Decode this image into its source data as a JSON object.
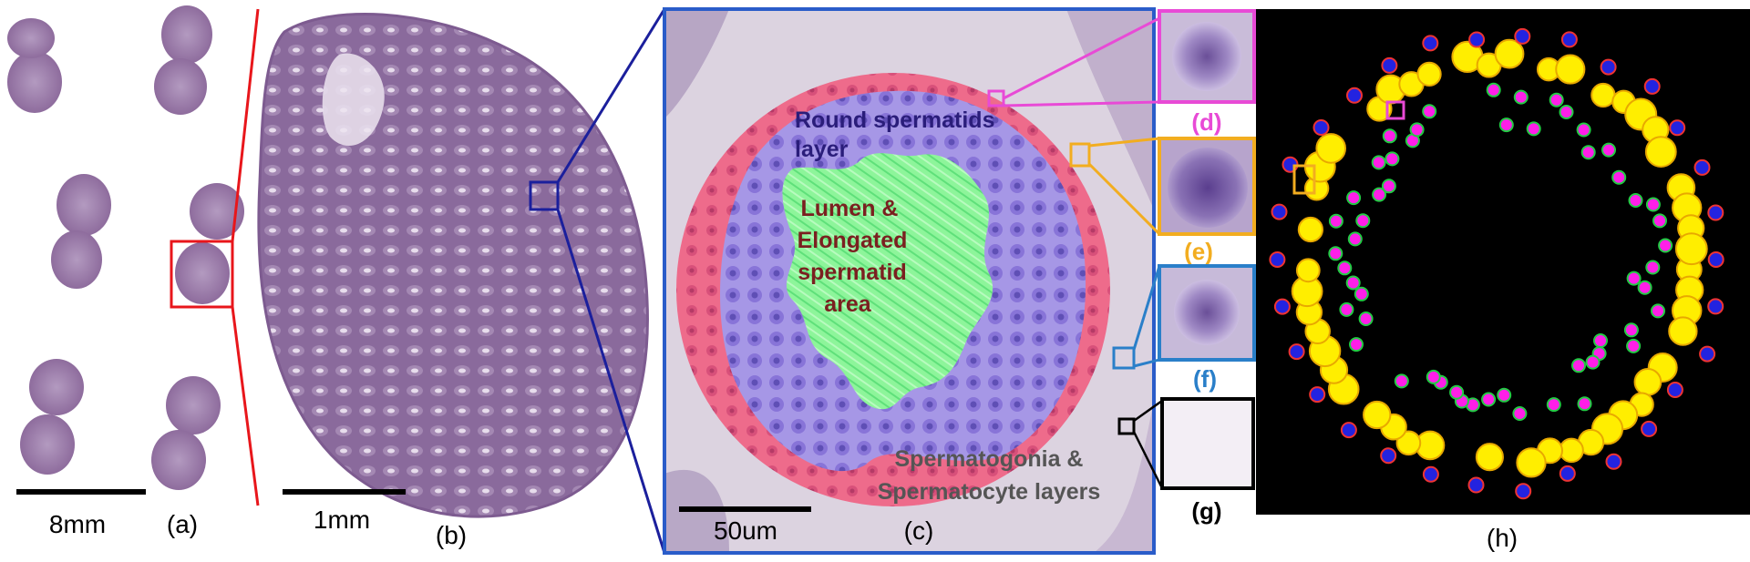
{
  "panels": {
    "a": {
      "label": "(a)",
      "scale": "8mm"
    },
    "b": {
      "label": "(b)",
      "scale": "1mm"
    },
    "c": {
      "label": "(c)",
      "scale": "50um",
      "round_layer": [
        "Round spermatids",
        "layer"
      ],
      "lumen": [
        "Lumen &",
        "Elongated",
        "spermatid",
        "area"
      ],
      "basal": [
        "Spermatogonia &",
        "Spermatocyte layers"
      ]
    },
    "d": {
      "label": "(d)"
    },
    "e": {
      "label": "(e)"
    },
    "f": {
      "label": "(f)"
    },
    "g": {
      "label": "(g)"
    },
    "h": {
      "label": "(h)"
    }
  },
  "colors": {
    "tissue": "#9b7ba7",
    "red_line": "#e8161b",
    "navy_line": "#1b1f9c",
    "blue_frame": "#2a5cc9",
    "magenta": "#e84ad6",
    "orange": "#f2ad20",
    "steel_blue": "#2a7fc9",
    "pink_layer": "#f06d8c",
    "purple_layer": "#9a8ae0",
    "green_lumen": "#7ff28a",
    "yellow_cell": "#ffee00",
    "label_navy": "#2a1d7a",
    "label_brown": "#7a2020",
    "label_gray": "#555555"
  }
}
